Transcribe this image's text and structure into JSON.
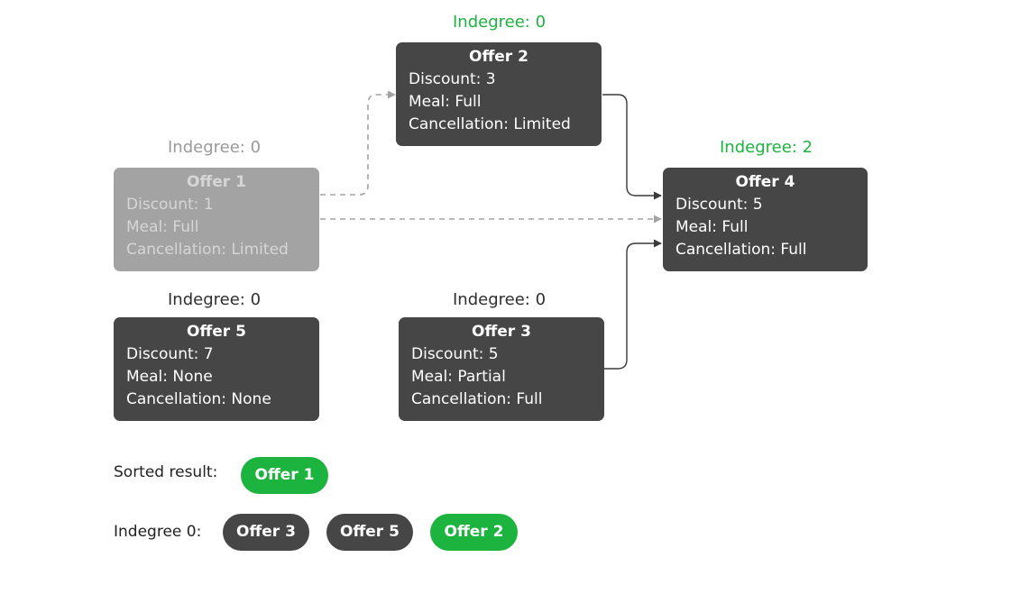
{
  "colors": {
    "node_dark": "#464646",
    "node_faded": "#a3a3a3",
    "faded_text": "#d6d6d6",
    "accent_green": "#1db33f",
    "edge_dark": "#3a3a3a",
    "edge_faded": "#a3a3a3",
    "label_dark": "#2f2f2f",
    "label_faded": "#9a9a9a"
  },
  "nodes": {
    "offer1": {
      "title": "Offer 1",
      "indegree": "Indegree: 0",
      "discount": "Discount: 1",
      "meal": "Meal: Full",
      "cancellation": "Cancellation: Limited",
      "state": "processed"
    },
    "offer2": {
      "title": "Offer 2",
      "indegree": "Indegree: 0",
      "discount": "Discount: 3",
      "meal": "Meal: Full",
      "cancellation": "Cancellation: Limited",
      "state": "ready"
    },
    "offer3": {
      "title": "Offer 3",
      "indegree": "Indegree: 0",
      "discount": "Discount: 5",
      "meal": "Meal: Partial",
      "cancellation": "Cancellation: Full",
      "state": "pending"
    },
    "offer4": {
      "title": "Offer 4",
      "indegree": "Indegree: 2",
      "discount": "Discount: 5",
      "meal": "Meal: Full",
      "cancellation": "Cancellation: Full",
      "state": "changed"
    },
    "offer5": {
      "title": "Offer 5",
      "indegree": "Indegree: 0",
      "discount": "Discount: 7",
      "meal": "Meal: None",
      "cancellation": "Cancellation: None",
      "state": "pending"
    }
  },
  "edges": [
    {
      "from": "Offer 1",
      "to": "Offer 2",
      "style": "dashed"
    },
    {
      "from": "Offer 1",
      "to": "Offer 4",
      "style": "dashed"
    },
    {
      "from": "Offer 2",
      "to": "Offer 4",
      "style": "solid"
    },
    {
      "from": "Offer 3",
      "to": "Offer 4",
      "style": "solid"
    }
  ],
  "sorted_result": {
    "label": "Sorted result:",
    "items": [
      "Offer 1"
    ]
  },
  "indegree_zero": {
    "label": "Indegree 0:",
    "items": [
      "Offer 3",
      "Offer 5",
      "Offer 2"
    ]
  }
}
